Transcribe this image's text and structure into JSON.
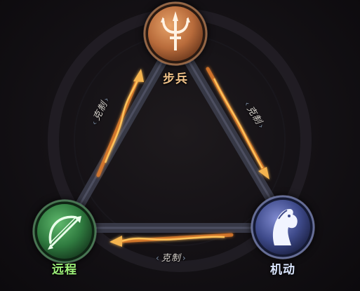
{
  "units": {
    "infantry": {
      "label": "步兵",
      "icon": "trident-icon",
      "color": "#f2c38a",
      "accent": "#c8814d"
    },
    "cavalry": {
      "label": "机动",
      "icon": "horse-head-icon",
      "color": "#dbe6ff",
      "accent": "#3e4a8a"
    },
    "ranged": {
      "label": "远程",
      "icon": "bow-arrow-icon",
      "color": "#9ef27a",
      "accent": "#2f7a3f"
    }
  },
  "counters": {
    "infantry_to_cavalry": "克制",
    "cavalry_to_ranged": "克制",
    "ranged_to_infantry": "克制"
  },
  "colors": {
    "background": "#151216",
    "triangle_edge": "#4a4d5e",
    "fire_arrow": "#f0a33a"
  }
}
